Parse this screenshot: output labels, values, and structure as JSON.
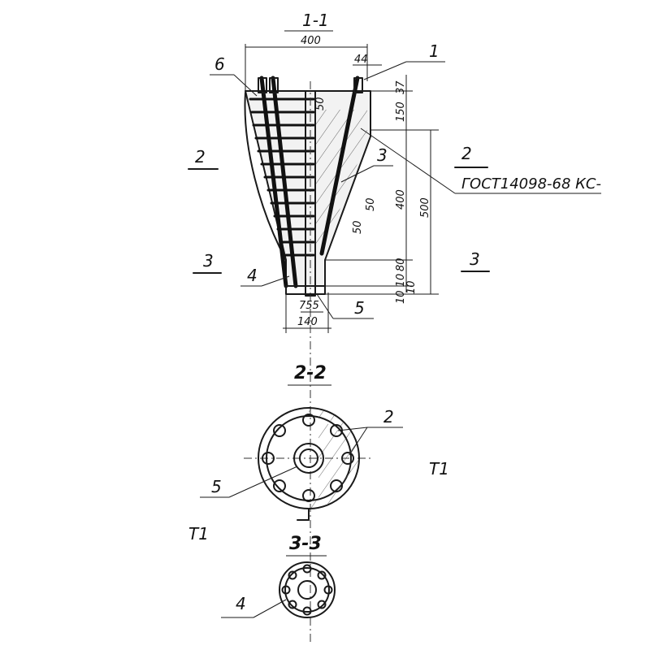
{
  "labels": {
    "section_1_1": "1-1",
    "width_400": "400",
    "dim_44": "44",
    "ref_1": "1",
    "ref_6": "6",
    "dim_37": "37",
    "dim_50_top": "50",
    "dim_150": "150",
    "ref_3": "3",
    "section_mark_2_left": "2",
    "section_mark_2_right": "2",
    "gost_note": "ГОСТ14098-68 КС-",
    "dim_400_vert": "400",
    "dim_500_vert": "500",
    "dim_50_a": "50",
    "dim_50_b": "50",
    "section_mark_3_left": "3",
    "section_mark_3_right": "3",
    "dim_80": "80",
    "dim_10_10": "10 10",
    "dim_10": "10",
    "ref_4": "4",
    "dim_755": "755",
    "ref_5": "5",
    "width_140": "140",
    "section_2_2": "2-2",
    "ref_2_22": "2",
    "ref_5_22": "5",
    "cut_mark_right": "Т1",
    "cut_mark_left": "Т1",
    "section_3_3": "3-3",
    "ref_4_33": "4"
  }
}
